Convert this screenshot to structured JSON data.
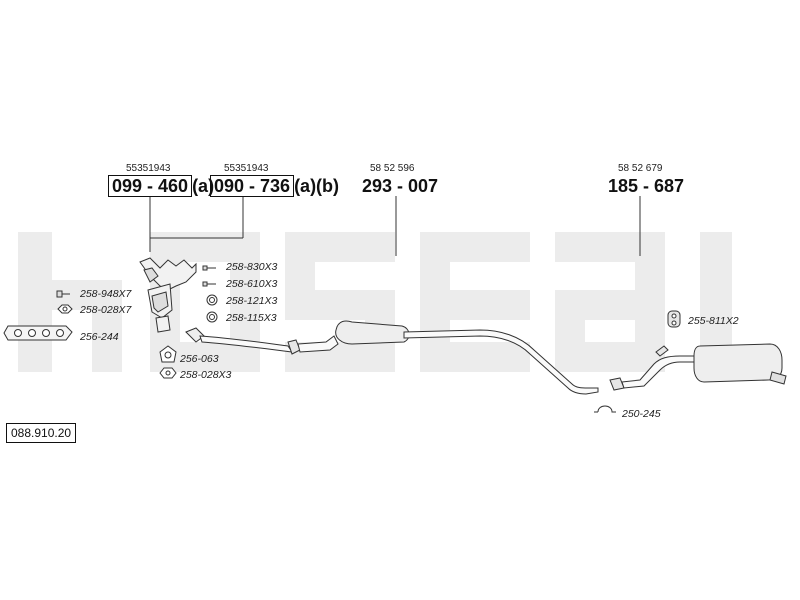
{
  "diagram": {
    "id": "088.910.20",
    "oe_refs": [
      "55351943",
      "55351943",
      "58 52 596",
      "58 52 679"
    ],
    "part_numbers": {
      "p1": "099 - 460",
      "p1_suffix": "(a)",
      "p2": "090 - 736",
      "p2_suffix": "(a)(b)",
      "p3": "293 - 007",
      "p4": "185 - 687"
    },
    "fittings": [
      "258-830X3",
      "258-610X3",
      "258-121X3",
      "258-115X3",
      "258-948X7",
      "258-028X7",
      "256-244",
      "256-063",
      "258-028X3",
      "255-811X2",
      "250-245"
    ],
    "colors": {
      "line": "#333333",
      "watermark": "#e9e9e9"
    }
  }
}
